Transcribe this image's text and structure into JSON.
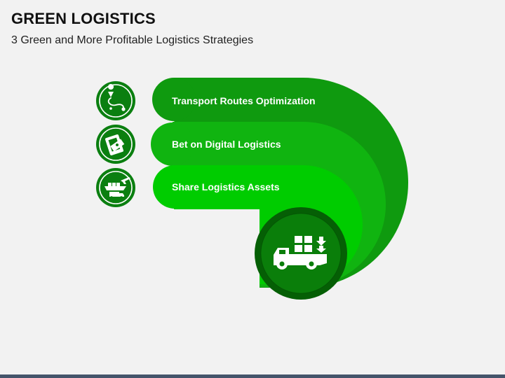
{
  "header": {
    "title": "GREEN LOGISTICS",
    "subtitle": "3 Green and More Profitable Logistics Strategies"
  },
  "strategies": [
    {
      "label": "Transport Routes Optimization",
      "icon": "route-pin-icon",
      "color": "#0f9a0f"
    },
    {
      "label": "Bet on Digital Logistics",
      "icon": "digital-money-icon",
      "color": "#10b410"
    },
    {
      "label": "Share Logistics Assets",
      "icon": "ship-plane-truck-icon",
      "color": "#00cc00"
    }
  ],
  "center_icon": "delivery-truck-icon",
  "colors": {
    "dark_green": "#0a7a0a",
    "icon_circle": "#0b7f10",
    "hub_outer": "#055f05",
    "hub_inner": "#0a7e0a",
    "bottom_bar": "#44546a"
  }
}
